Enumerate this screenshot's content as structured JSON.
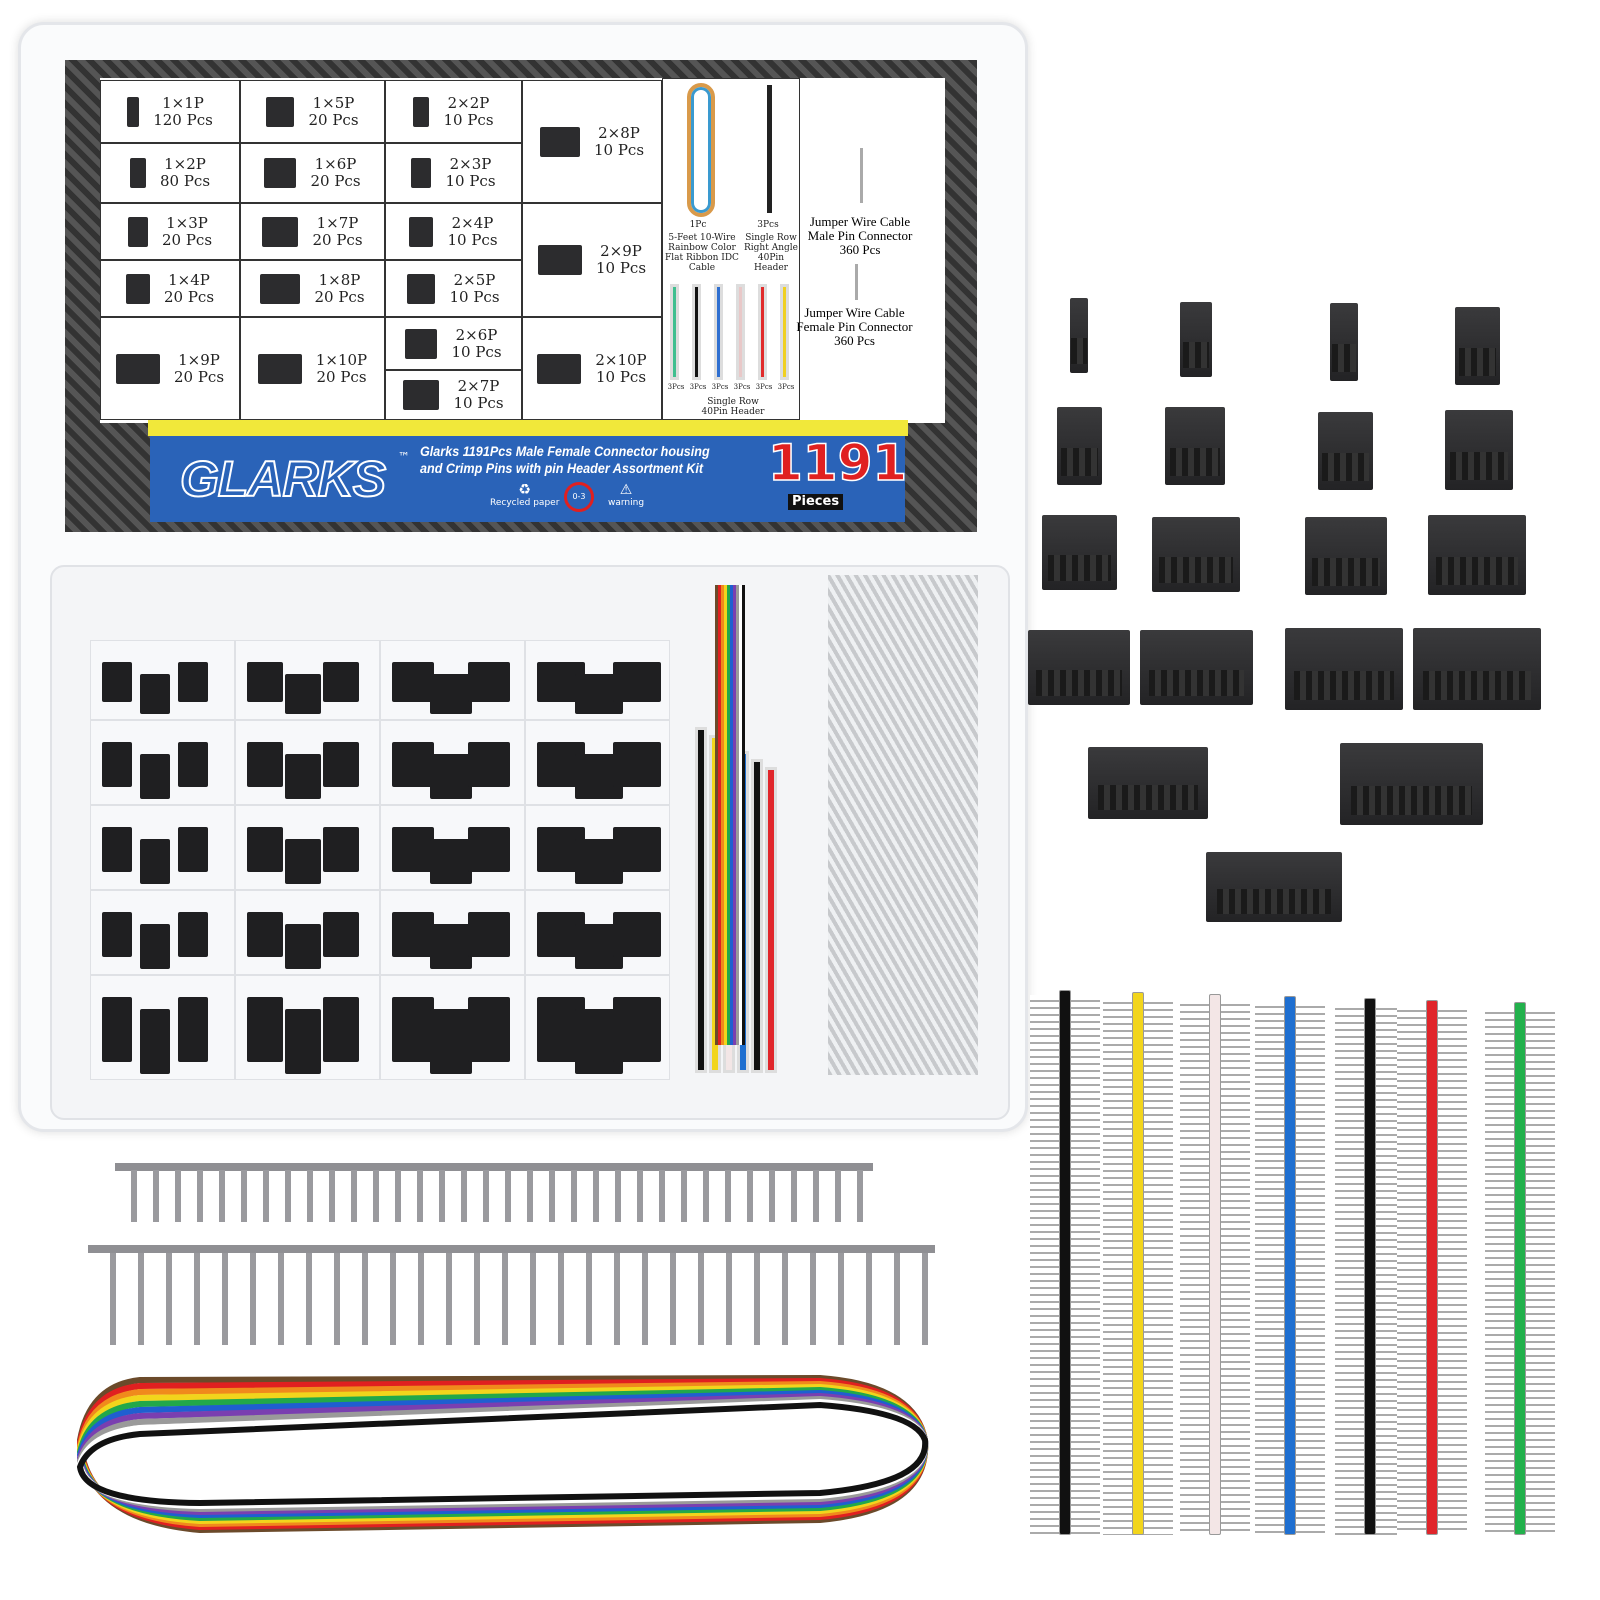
{
  "label": {
    "grid": [
      {
        "name": "1×1P",
        "qty": "120 Pcs"
      },
      {
        "name": "1×2P",
        "qty": "80 Pcs"
      },
      {
        "name": "1×3P",
        "qty": "20 Pcs"
      },
      {
        "name": "1×4P",
        "qty": "20 Pcs"
      },
      {
        "name": "1×9P",
        "qty": "20 Pcs"
      },
      {
        "name": "1×5P",
        "qty": "20 Pcs"
      },
      {
        "name": "1×6P",
        "qty": "20 Pcs"
      },
      {
        "name": "1×7P",
        "qty": "20 Pcs"
      },
      {
        "name": "1×8P",
        "qty": "20 Pcs"
      },
      {
        "name": "1×10P",
        "qty": "20 Pcs"
      },
      {
        "name": "2×2P",
        "qty": "10 Pcs"
      },
      {
        "name": "2×3P",
        "qty": "10 Pcs"
      },
      {
        "name": "2×4P",
        "qty": "10 Pcs"
      },
      {
        "name": "2×5P",
        "qty": "10 Pcs"
      },
      {
        "name": "2×6P",
        "qty": "10 Pcs"
      },
      {
        "name": "2×7P",
        "qty": "10 Pcs"
      },
      {
        "name": "2×8P",
        "qty": "10 Pcs"
      },
      {
        "name": "2×9P",
        "qty": "10 Pcs"
      },
      {
        "name": "2×10P",
        "qty": "10 Pcs"
      }
    ],
    "ribbon": {
      "qty": "1Pc",
      "desc": "5-Feet 10-Wire Rainbow Color Flat Ribbon IDC Cable"
    },
    "right_angle": {
      "qty": "3Pcs",
      "desc": "Single Row Right Angle 40Pin Header"
    },
    "single_row": {
      "qtys": [
        "3Pcs",
        "3Pcs",
        "3Pcs",
        "3Pcs",
        "3Pcs",
        "3Pcs"
      ],
      "desc": "Single Row 40Pin Header",
      "colors": [
        "#3fbf8f",
        "#111111",
        "#2f6fd0",
        "#e8c8c8",
        "#e02a2a",
        "#f0d020"
      ]
    },
    "male_pin": {
      "l1": "Jumper Wire Cable",
      "l2": "Male Pin Connector",
      "l3": "360 Pcs"
    },
    "female_pin": {
      "l1": "Jumper Wire Cable",
      "l2": "Female Pin Connector",
      "l3": "360 Pcs"
    },
    "brand": "GLARKS",
    "tm": "™",
    "title_line1": "Glarks 1191Pcs Male Female Connector housing",
    "title_line2": "and Crimp Pins with pin Header Assortment Kit",
    "count": "1191",
    "count_unit": "Pieces",
    "badges": [
      "Recycled paper",
      "0-3",
      "warning"
    ]
  },
  "colors": {
    "label_blue": "#2a63b8",
    "label_yellow": "#f1e83a",
    "count_red": "#e02020",
    "housing": "#2a2a2c"
  },
  "header_colors": [
    "#111111",
    "#f2d51c",
    "#f3e6e6",
    "#1f6fd0",
    "#111111",
    "#e0252b",
    "#22b14c"
  ],
  "ribbon_colors": [
    "#6b4a2a",
    "#e02020",
    "#f08a1c",
    "#f2d51c",
    "#22a84a",
    "#1f5fd0",
    "#7a3fb0",
    "#9a9a9a",
    "#ffffff",
    "#111111"
  ]
}
